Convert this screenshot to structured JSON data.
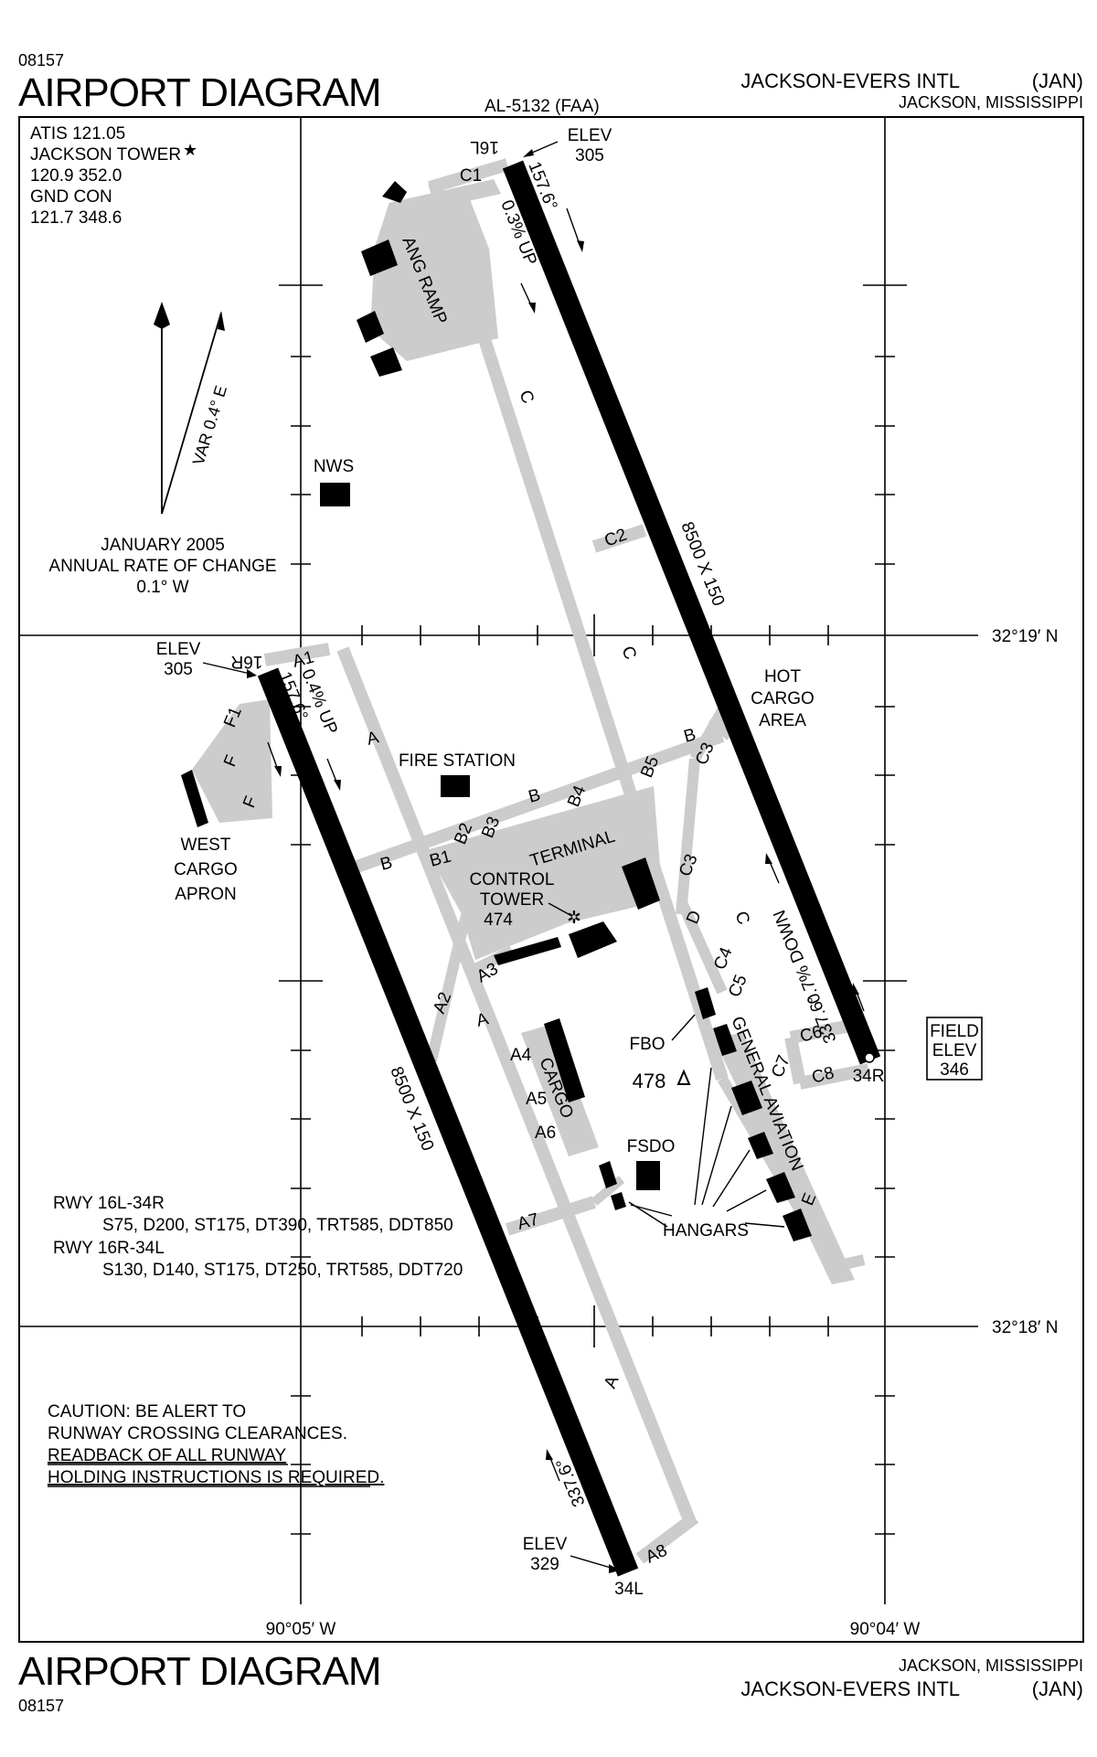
{
  "header": {
    "chart_number": "08157",
    "title": "AIRPORT DIAGRAM",
    "al_number": "AL-5132 (FAA)",
    "airport_name": "JACKSON-EVERS INTL",
    "airport_id": "(JAN)",
    "city_state": "JACKSON, MISSISSIPPI"
  },
  "footer": {
    "title": "AIRPORT DIAGRAM",
    "chart_number": "08157",
    "city_state": "JACKSON, MISSISSIPPI",
    "airport_name": "JACKSON-EVERS INTL",
    "airport_id": "(JAN)"
  },
  "freqs": {
    "atis": "ATIS  121.05",
    "tower": "JACKSON TOWER",
    "tower_freqs": "120.9  352.0",
    "gnd": "GND CON",
    "gnd_freqs": "121.7  348.6"
  },
  "variation": {
    "var_label": "VAR 0.4° E",
    "date": "JANUARY  2005",
    "rate_title": "ANNUAL RATE OF CHANGE",
    "rate_value": "0.1° W"
  },
  "coords": {
    "lat_upper": "32°19′ N",
    "lat_lower": "32°18′ N",
    "lon_left": "90°05′ W",
    "lon_right": "90°04′ W"
  },
  "runways": {
    "rwy_16L": "16L",
    "rwy_34R": "34R",
    "rwy_16R": "16R",
    "rwy_34L": "34L",
    "elev_label": "ELEV",
    "elev_16L": "305",
    "elev_16R": "305",
    "elev_34L": "329",
    "heading_16": "157.6°",
    "heading_34": "337.6°",
    "slope_16L": "0.3% UP",
    "slope_16R": "0.4% UP",
    "slope_34R": "0.7% DOWN",
    "dims_east": "8500 X 150",
    "dims_west": "8500 X 150"
  },
  "field_elev": {
    "line1": "FIELD",
    "line2": "ELEV",
    "value": "346"
  },
  "areas": {
    "ang_ramp": "ANG RAMP",
    "nws": "NWS",
    "fire_station": "FIRE STATION",
    "terminal": "TERMINAL",
    "control_tower": "CONTROL",
    "control_tower2": "TOWER",
    "tower_height": "474",
    "west_cargo1": "WEST",
    "west_cargo2": "CARGO",
    "west_cargo3": "APRON",
    "hot_cargo1": "HOT",
    "hot_cargo2": "CARGO",
    "hot_cargo3": "AREA",
    "cargo": "CARGO",
    "fbo": "FBO",
    "general_aviation": "GENERAL AVIATION",
    "obstacle": "478",
    "fsdo": "FSDO",
    "hangars": "HANGARS"
  },
  "taxiways": {
    "c1": "C1",
    "c": "C",
    "c2": "C2",
    "c3": "C3",
    "c4": "C4",
    "c5": "C5",
    "c6": "C6",
    "c7": "C7",
    "c8": "C8",
    "a1": "A1",
    "a": "A",
    "a2": "A2",
    "a3": "A3",
    "a4": "A4",
    "a5": "A5",
    "a6": "A6",
    "a7": "A7",
    "a8": "A8",
    "b": "B",
    "b1": "B1",
    "b2": "B2",
    "b3": "B3",
    "b4": "B4",
    "b5": "B5",
    "d": "D",
    "e": "E",
    "f": "F",
    "f1": "F1"
  },
  "rwy_data": {
    "rwy1_label": "RWY  16L-34R",
    "rwy1_strength": "S75, D200, ST175, DT390, TRT585, DDT850",
    "rwy2_label": "RWY  16R-34L",
    "rwy2_strength": "S130, D140, ST175, DT250, TRT585, DDT720"
  },
  "caution": {
    "line1": "CAUTION:  BE ALERT TO",
    "line2": "RUNWAY CROSSING CLEARANCES.",
    "line3": "READBACK OF ALL RUNWAY",
    "line4": "HOLDING INSTRUCTIONS IS REQUIRED."
  },
  "colors": {
    "taxiway": "#cccccc",
    "runway": "#000000",
    "background": "#ffffff"
  }
}
